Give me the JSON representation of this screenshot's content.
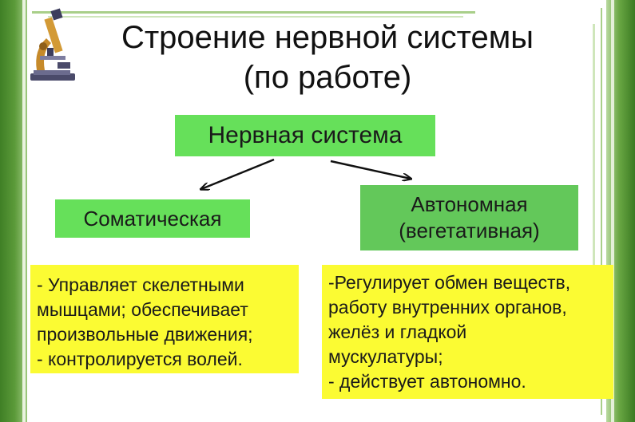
{
  "slide": {
    "title_line1": "Строение нервной системы",
    "title_line2": "(по работе)"
  },
  "diagram": {
    "root": "Нервная система",
    "left_branch": {
      "label": "Соматическая",
      "description": [
        "- Управляет скелетными",
        "мышцами; обеспечивает",
        "произвольные движения;",
        "- контролируется волей."
      ]
    },
    "right_branch": {
      "label_line1": "Автономная",
      "label_line2": "(вегетативная)",
      "description": [
        "-Регулирует обмен веществ,",
        "работу внутренних органов,",
        "желёз и гладкой",
        "мускулатуры;",
        "- действует автономно."
      ]
    }
  },
  "colors": {
    "node_green": "#66e05a",
    "description_yellow": "#fbfb33",
    "frame_green": "#4d8f2e"
  },
  "icons": [
    "microscope-icon"
  ]
}
